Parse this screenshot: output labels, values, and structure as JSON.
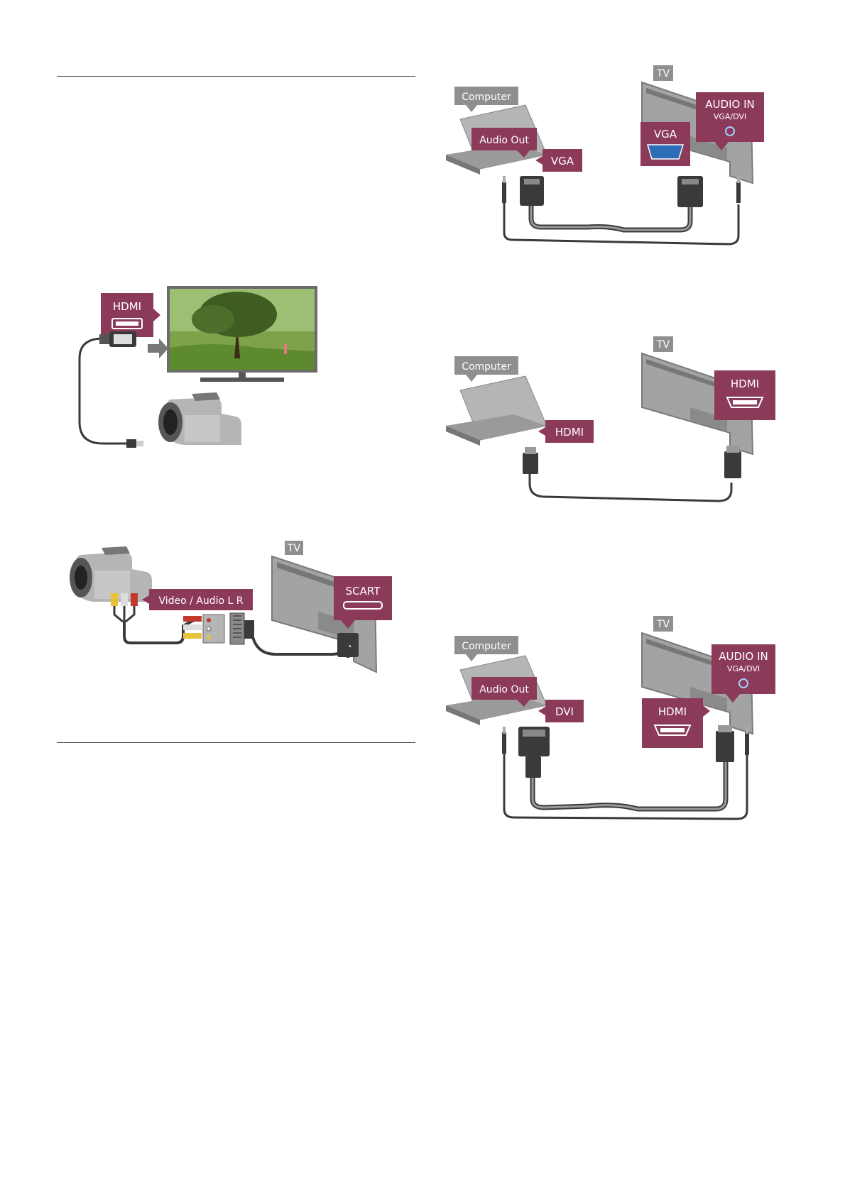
{
  "colors": {
    "label_bg": "#8c3a5a",
    "grey_label_bg": "#8f8f8f",
    "device_grey": "#b5b5b5",
    "cable": "#3a3a3a",
    "vga_blue": "#2d6db5"
  },
  "figures": {
    "camcorder_hdmi": {
      "hdmi_label": "HDMI"
    },
    "camcorder_scart": {
      "tv_label": "TV",
      "scart_label": "SCART",
      "video_audio_label": "Video / Audio L R"
    },
    "computer_vga": {
      "computer_label": "Computer",
      "audio_out_label": "Audio Out",
      "vga_pc_label": "VGA",
      "tv_label": "TV",
      "vga_tv_label": "VGA",
      "audio_in_label": "AUDIO IN",
      "audio_in_sub": "VGA/DVI"
    },
    "computer_hdmi": {
      "computer_label": "Computer",
      "hdmi_pc_label": "HDMI",
      "tv_label": "TV",
      "hdmi_tv_label": "HDMI"
    },
    "computer_dvi": {
      "computer_label": "Computer",
      "audio_out_label": "Audio Out",
      "dvi_label": "DVI",
      "tv_label": "TV",
      "hdmi_tv_label": "HDMI",
      "audio_in_label": "AUDIO IN",
      "audio_in_sub": "VGA/DVI"
    }
  }
}
